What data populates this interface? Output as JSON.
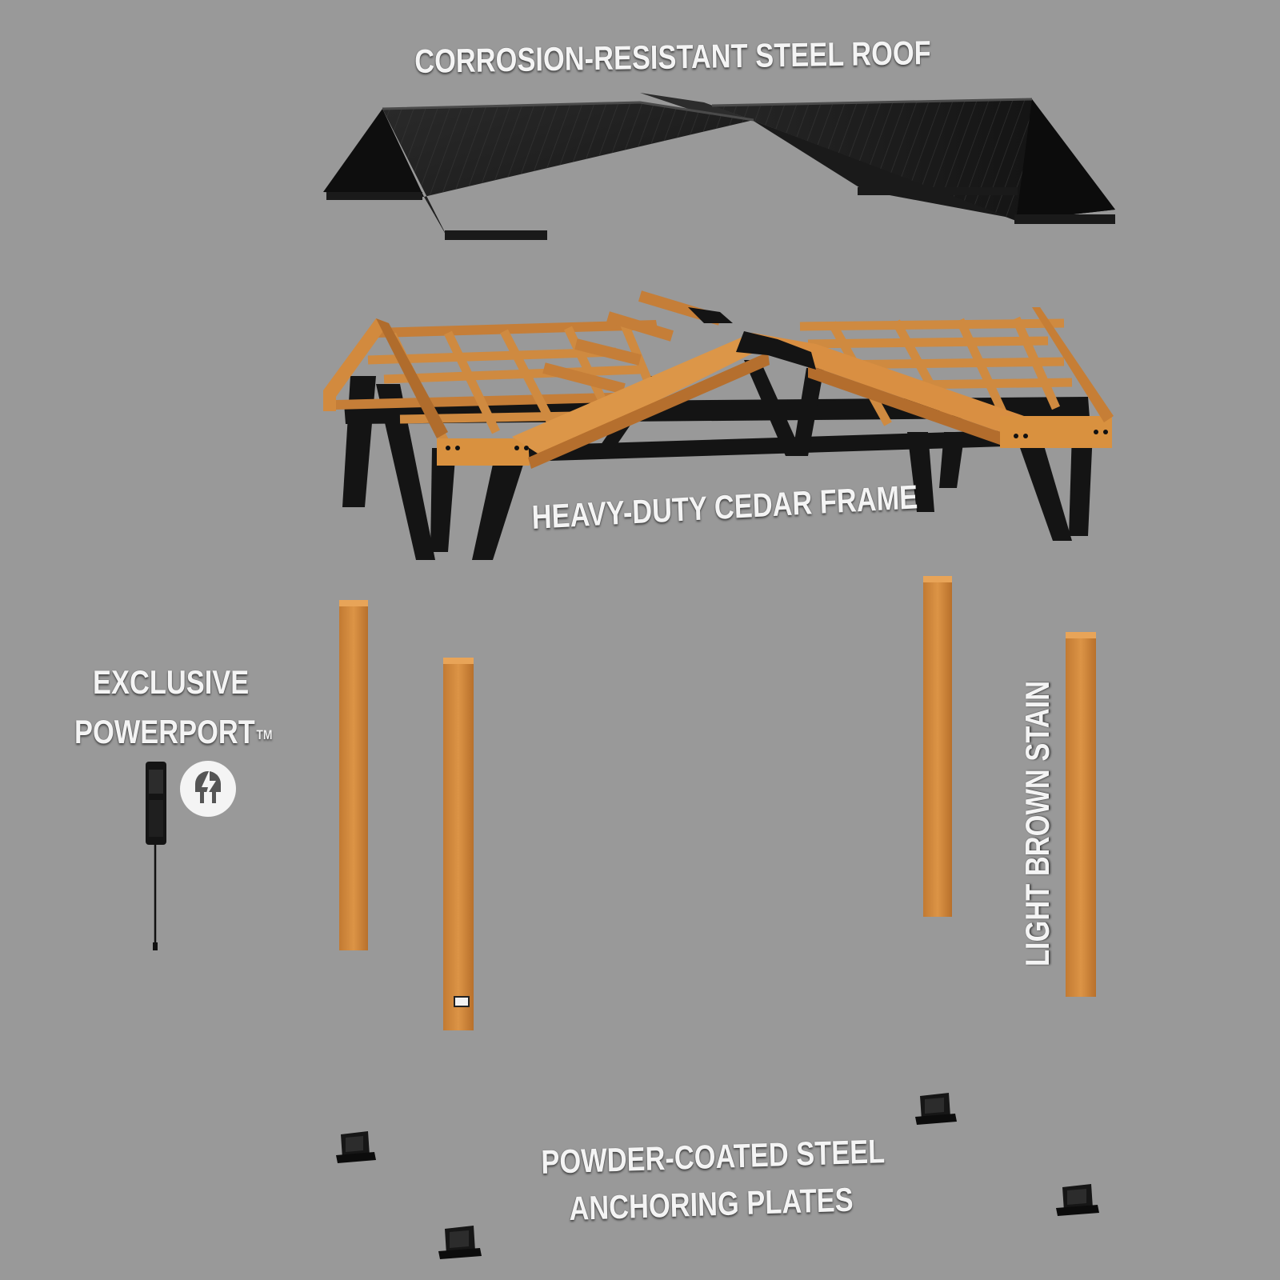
{
  "labels": {
    "roof": "CORROSION-RESISTANT STEEL ROOF",
    "frame": "HEAVY-DUTY CEDAR FRAME",
    "powerport_line1": "EXCLUSIVE",
    "powerport_line2": "POWERPORT",
    "trademark": "TM",
    "stain": "LIGHT BROWN STAIN",
    "plates_line1": "POWDER-COATED STEEL",
    "plates_line2": "ANCHORING PLATES"
  },
  "icons": {
    "powerport_badge": "plug-lightning-icon"
  },
  "colors": {
    "background": "#999999",
    "cedar": "#d1873a",
    "cedar_dark": "#a8662a",
    "steel": "#1c1c1c",
    "label_text": "#f4f4f4"
  }
}
